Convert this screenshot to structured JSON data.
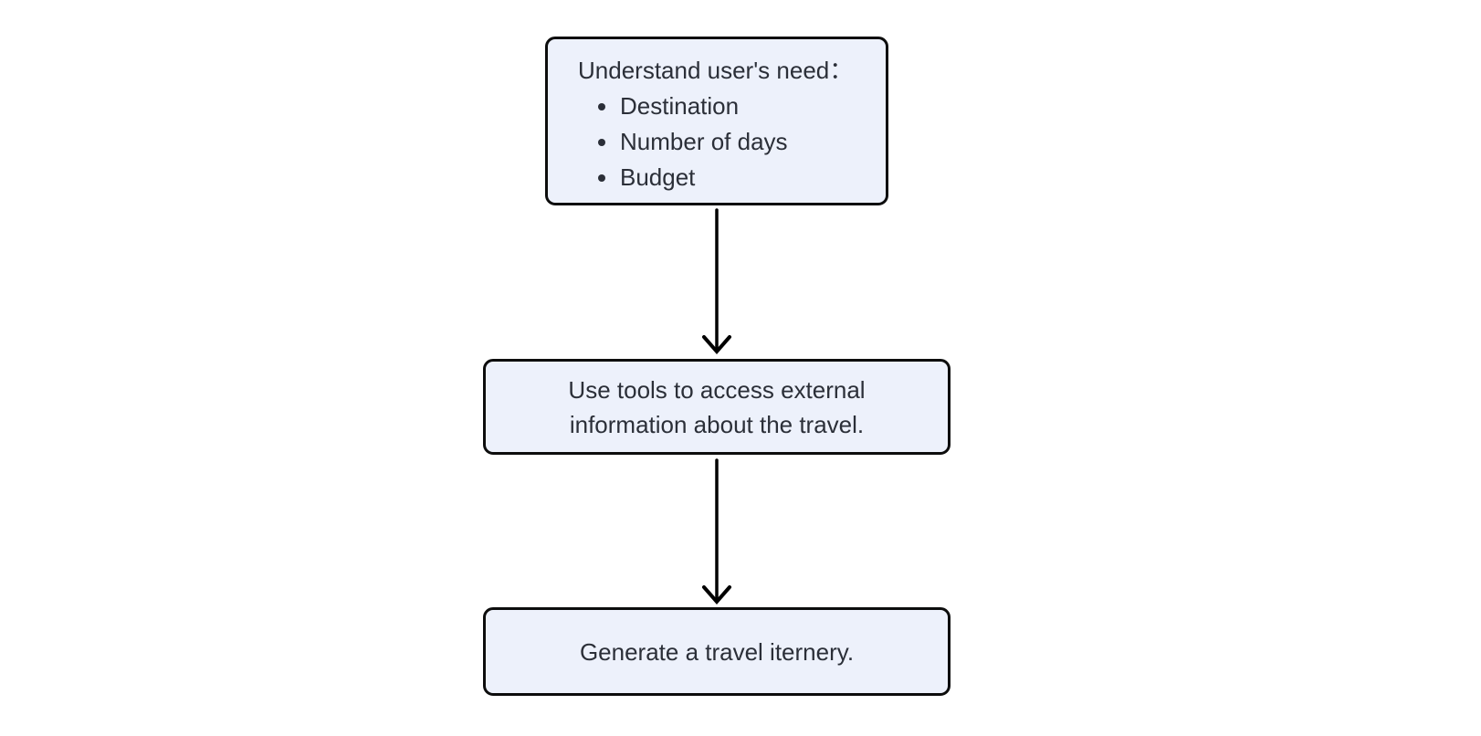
{
  "diagram": {
    "type": "flowchart",
    "direction": "top-down",
    "background_color": "#ffffff",
    "node_fill_color": "#edf1fb",
    "node_border_color": "#0d0d0d",
    "text_color": "#2b2f38",
    "arrow_color": "#000000",
    "nodes": [
      {
        "id": "understand-need",
        "title": "Understand user's need：",
        "bullets": [
          "Destination",
          "Number of days",
          "Budget"
        ]
      },
      {
        "id": "use-tools",
        "text": "Use tools to access external information about the travel."
      },
      {
        "id": "generate-itinerary",
        "text": "Generate a travel iternery."
      }
    ],
    "edges": [
      {
        "from": "understand-need",
        "to": "use-tools",
        "style": "straight-arrow-down"
      },
      {
        "from": "use-tools",
        "to": "generate-itinerary",
        "style": "straight-arrow-down"
      }
    ]
  }
}
